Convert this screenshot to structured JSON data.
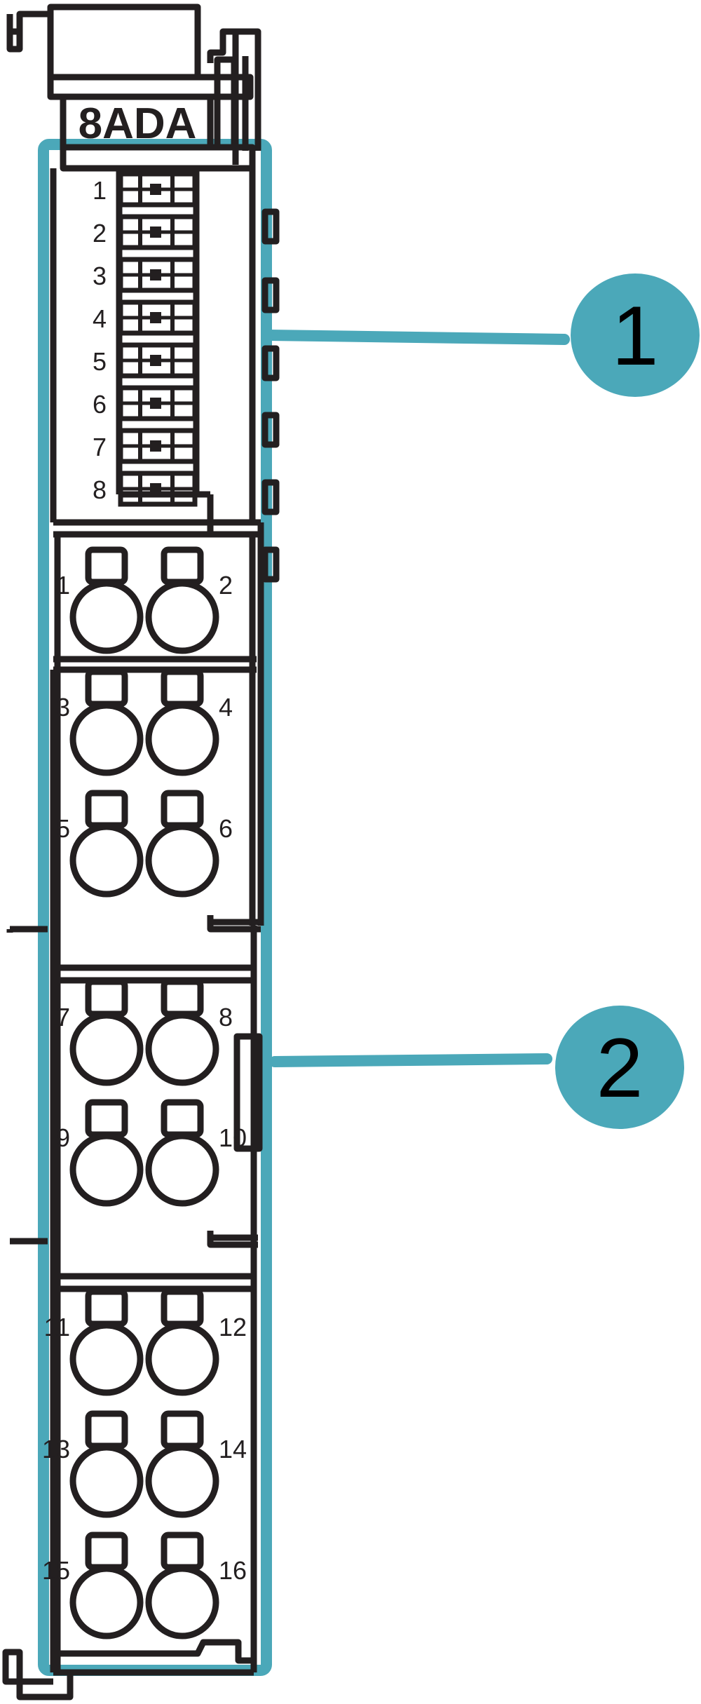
{
  "module": {
    "label": "8ADA",
    "led_numbers": [
      "1",
      "2",
      "3",
      "4",
      "5",
      "6",
      "7",
      "8"
    ],
    "terminal_numbers": [
      "1",
      "2",
      "3",
      "4",
      "5",
      "6",
      "7",
      "8",
      "9",
      "10",
      "11",
      "12",
      "13",
      "14",
      "15",
      "16"
    ]
  },
  "callouts": [
    {
      "number": "1"
    },
    {
      "number": "2"
    }
  ],
  "colors": {
    "accent": "#4ba8b9",
    "outline": "#231f20",
    "background": "#ffffff"
  }
}
